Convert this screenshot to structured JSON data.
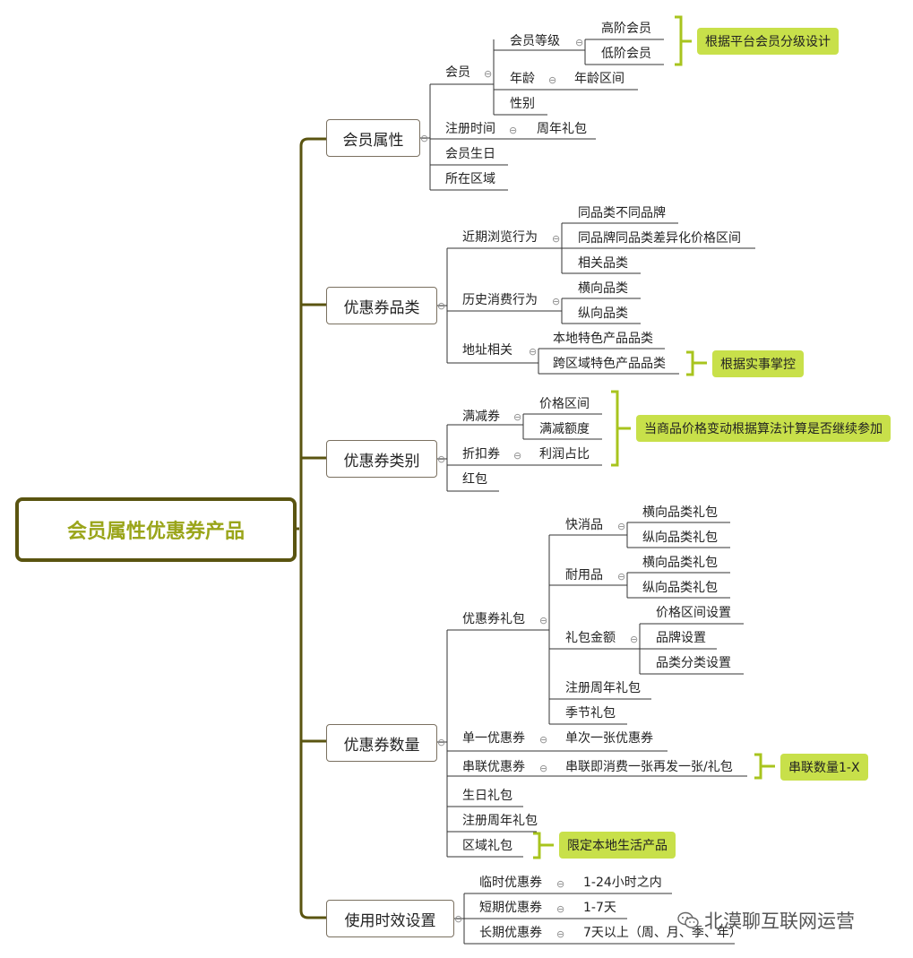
{
  "root": {
    "label": "会员属性优惠券产品"
  },
  "branches": {
    "member": {
      "label": "会员属性",
      "member_node": {
        "label": "会员"
      },
      "level": {
        "label": "会员等级",
        "high": "高阶会员",
        "low": "低阶会员"
      },
      "age": {
        "label": "年龄",
        "child": "年龄区间"
      },
      "gender": {
        "label": "性别"
      },
      "register": {
        "label": "注册时间",
        "child": "周年礼包"
      },
      "birthday": {
        "label": "会员生日"
      },
      "region": {
        "label": "所在区域"
      },
      "callout": "根据平台会员分级设计"
    },
    "category": {
      "label": "优惠券品类",
      "browse": {
        "label": "近期浏览行为",
        "c1": "同品类不同品牌",
        "c2": "同品牌同品类差异化价格区间",
        "c3": "相关品类"
      },
      "history": {
        "label": "历史消费行为",
        "c1": "横向品类",
        "c2": "纵向品类"
      },
      "address": {
        "label": "地址相关",
        "c1": "本地特色产品品类",
        "c2": "跨区域特色产品品类"
      },
      "callout": "根据实事掌控"
    },
    "type": {
      "label": "优惠券类别",
      "full": {
        "label": "满减券",
        "c1": "价格区间",
        "c2": "满减额度"
      },
      "discount": {
        "label": "折扣券",
        "c1": "利润占比"
      },
      "red": {
        "label": "红包"
      },
      "callout": "当商品价格变动根据算法计算是否继续参加"
    },
    "quantity": {
      "label": "优惠券数量",
      "pack": {
        "label": "优惠券礼包",
        "fast": {
          "label": "快消品",
          "c1": "横向品类礼包",
          "c2": "纵向品类礼包"
        },
        "durable": {
          "label": "耐用品",
          "c1": "横向品类礼包",
          "c2": "纵向品类礼包"
        },
        "amount": {
          "label": "礼包金额",
          "c1": "价格区间设置",
          "c2": "品牌设置",
          "c3": "品类分类设置"
        },
        "anniv": {
          "label": "注册周年礼包"
        },
        "season": {
          "label": "季节礼包"
        }
      },
      "single": {
        "label": "单一优惠券",
        "child": "单次一张优惠券"
      },
      "chain": {
        "label": "串联优惠券",
        "child": "串联即消费一张再发一张/礼包"
      },
      "birthday": {
        "label": "生日礼包"
      },
      "anniv": {
        "label": "注册周年礼包"
      },
      "region": {
        "label": "区域礼包"
      },
      "callout_chain": "串联数量1-X",
      "callout_region": "限定本地生活产品"
    },
    "validity": {
      "label": "使用时效设置",
      "temp": {
        "label": "临时优惠券",
        "child": "1-24小时之内"
      },
      "short": {
        "label": "短期优惠券",
        "child": "1-7天"
      },
      "long": {
        "label": "长期优惠券",
        "child": "7天以上（周、月、季、年）"
      }
    }
  },
  "watermark": {
    "text": "北漠聊互联网运营",
    "icon": "wechat-icon"
  },
  "colors": {
    "root_border": "#5a5410",
    "root_text": "#9aa51a",
    "callout": "#c8e04a",
    "bracket": "#a8c41e",
    "trunk": "#5a5410"
  }
}
